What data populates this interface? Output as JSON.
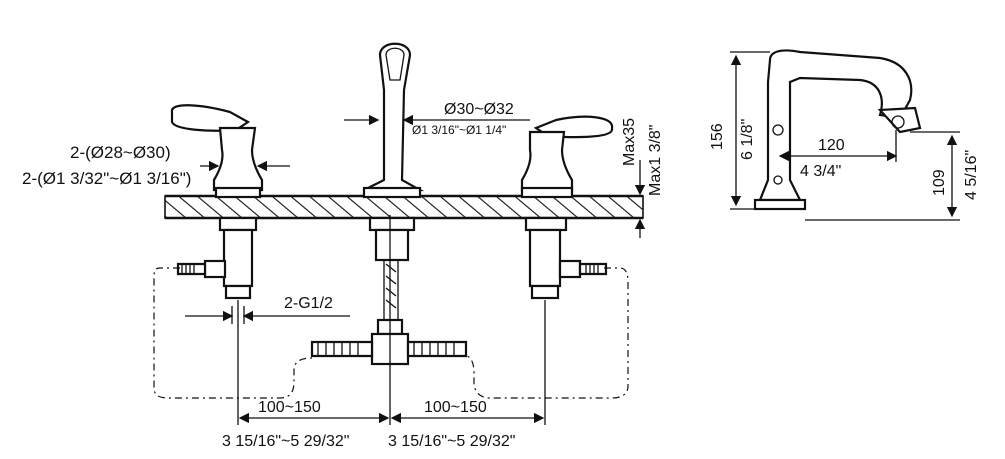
{
  "dimensions": {
    "handle_hole_mm": "2-(Ø28~Ø30)",
    "handle_hole_in": "2-(Ø1 3/32\"~Ø1 3/16\")",
    "spout_hole_mm": "Ø30~Ø32",
    "spout_hole_in": "Ø1 3/16\"~Ø1 1/4\"",
    "max_thickness_mm": "Max35",
    "max_thickness_in": "Max1 3/8\"",
    "thread": "2-G1/2",
    "spacing_left_mm": "100~150",
    "spacing_right_mm": "100~150",
    "spacing_left_in": "3 15/16\"~5 29/32\"",
    "spacing_right_in": "3 15/16\"~5 29/32\"",
    "height_mm": "156",
    "height_in": "6 1/8\"",
    "reach_mm": "120",
    "reach_in": "4 3/4\"",
    "spout_height_mm": "109",
    "spout_height_in": "4 5/16\""
  }
}
